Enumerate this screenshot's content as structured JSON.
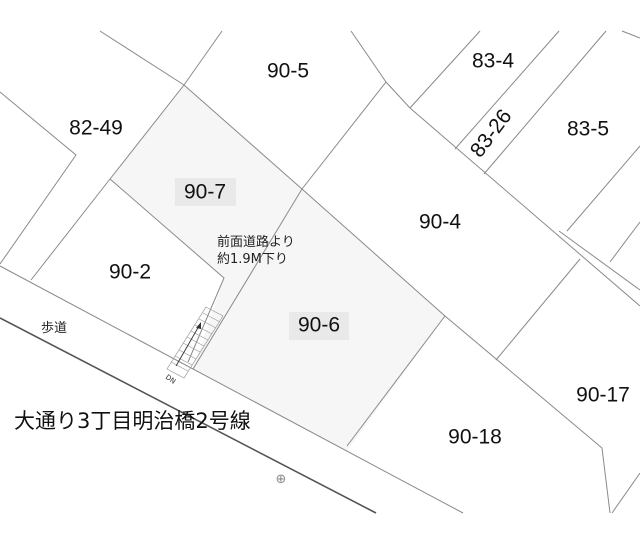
{
  "lots": {
    "l90_5": "90-5",
    "l83_4": "83-4",
    "l82_49": "82-49",
    "l83_26": "83-26",
    "l83_5": "83-5",
    "l90_7": "90-7",
    "l90_4": "90-4",
    "l90_2": "90-2",
    "l90_6": "90-6",
    "l90_17": "90-17",
    "l90_18": "90-18"
  },
  "notes": {
    "elevation_line1": "前面道路より",
    "elevation_line2": "約1.9M下り",
    "sidewalk": "歩道",
    "stairs_direction": "DN",
    "road_name": "大通り3丁目明治橋2号線",
    "benchmark_symbol": "⊕"
  },
  "colors": {
    "subject_fill": "#f6f6f6",
    "label_bg": "#e9e9e9"
  }
}
